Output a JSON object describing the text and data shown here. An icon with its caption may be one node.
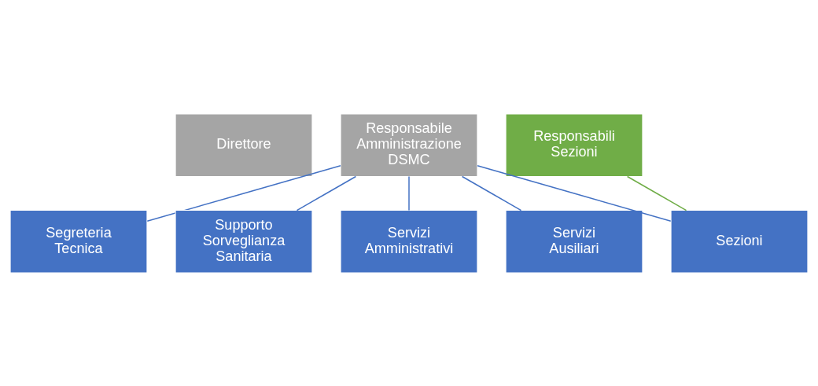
{
  "diagram": {
    "nodes": [
      {
        "text": [
          "Direttore"
        ]
      },
      {
        "text": [
          "Responsabile Amministrazione DSMC"
        ]
      },
      {
        "text": [
          "Responsabili Sezioni"
        ]
      },
      {
        "text": [
          "Segreteria Tecnica"
        ]
      },
      {
        "text": [
          "Supporto Sorveglianza Sanitaria"
        ]
      },
      {
        "text": [
          "Servizi Amministrativi"
        ]
      },
      {
        "text": [
          "Servizi Ausiliari"
        ]
      },
      {
        "text": [
          "Sezioni"
        ]
      }
    ],
    "edges": [
      {
        "from": 1,
        "to": 3,
        "arrow": "none"
      },
      {
        "from": 1,
        "to": 4,
        "arrow": "none"
      },
      {
        "from": 1,
        "to": 5,
        "arrow": "none"
      },
      {
        "from": 1,
        "to": 6,
        "arrow": "none"
      },
      {
        "from": 1,
        "to": 7,
        "arrow": "none"
      },
      {
        "from": 2,
        "to": 7,
        "arrow": "none",
        "color": "#70ad47"
      }
    ]
  }
}
